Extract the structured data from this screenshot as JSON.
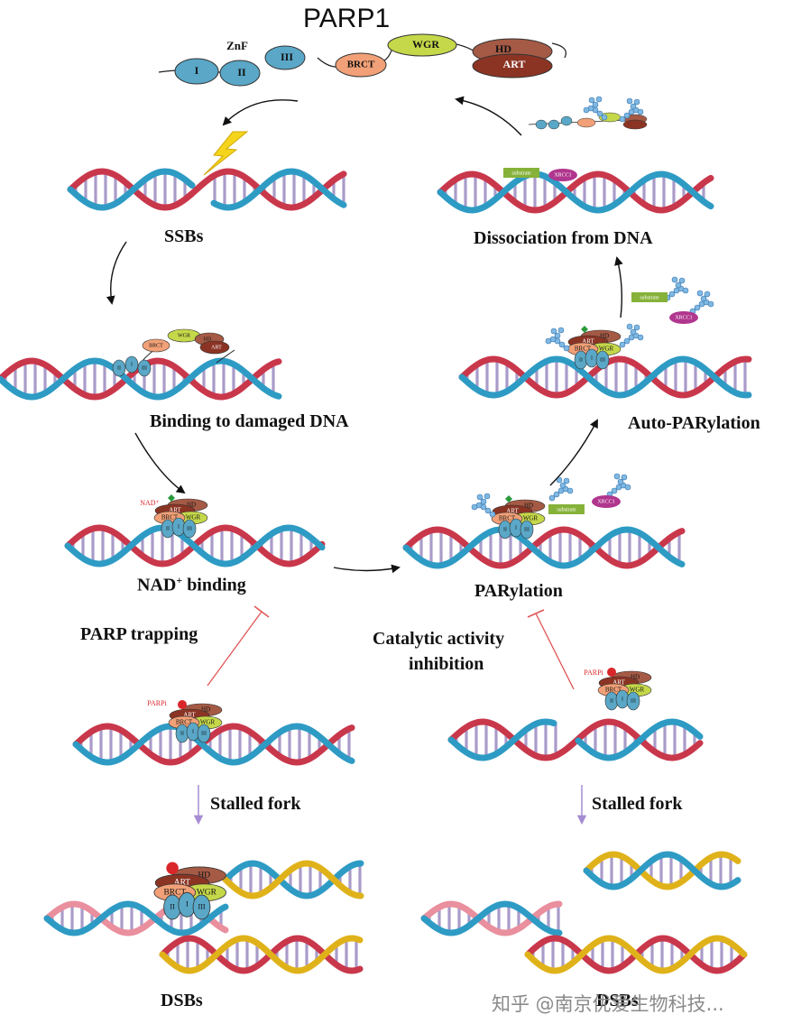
{
  "title": "PARP1",
  "domains": {
    "znf": "ZnF",
    "i": "I",
    "ii": "II",
    "iii": "III",
    "brct": "BRCT",
    "wgr": "WGR",
    "hd": "HD",
    "art": "ART"
  },
  "small_tags": {
    "nad": "NAD⁺",
    "parpi": "PARPi",
    "substrate": "substrate",
    "xrcc1": "XRCC1"
  },
  "labels": {
    "ssbs": "SSBs",
    "binding": "Binding to damaged DNA",
    "nad_binding_main": "NAD",
    "nad_binding_sup": "+",
    "nad_binding_rest": " binding",
    "parylation": "PARylation",
    "auto_parylation": "Auto-PARylation",
    "dissociation": "Dissociation from DNA",
    "parp_trapping": "PARP trapping",
    "catalytic_1": "Catalytic activity",
    "catalytic_2": "inhibition",
    "stalled_fork_left": "Stalled fork",
    "stalled_fork_right": "Stalled fork",
    "dsbs_left": "DSBs",
    "dsbs_right": "DSBs"
  },
  "watermark": "知乎 @南京优爱生物科技...",
  "colors": {
    "strand_blue": "#2e9bc4",
    "strand_red": "#c9374b",
    "strand_pink": "#e98f9d",
    "strand_yellow": "#e0b21a",
    "rung": "#a99bc9",
    "domain_blue": "#5aa7c7",
    "brct": "#f1a077",
    "wgr": "#c5d84a",
    "hd": "#a55a45",
    "art": "#8b3424",
    "inhibit": "#e05555",
    "arrow_purple": "#a58cd2",
    "par_chain": "#7fb9e3",
    "substrate": "#86b23a",
    "xrcc1": "#b0368e",
    "nad": "#2a9a3a",
    "parpi": "#d9262b"
  }
}
